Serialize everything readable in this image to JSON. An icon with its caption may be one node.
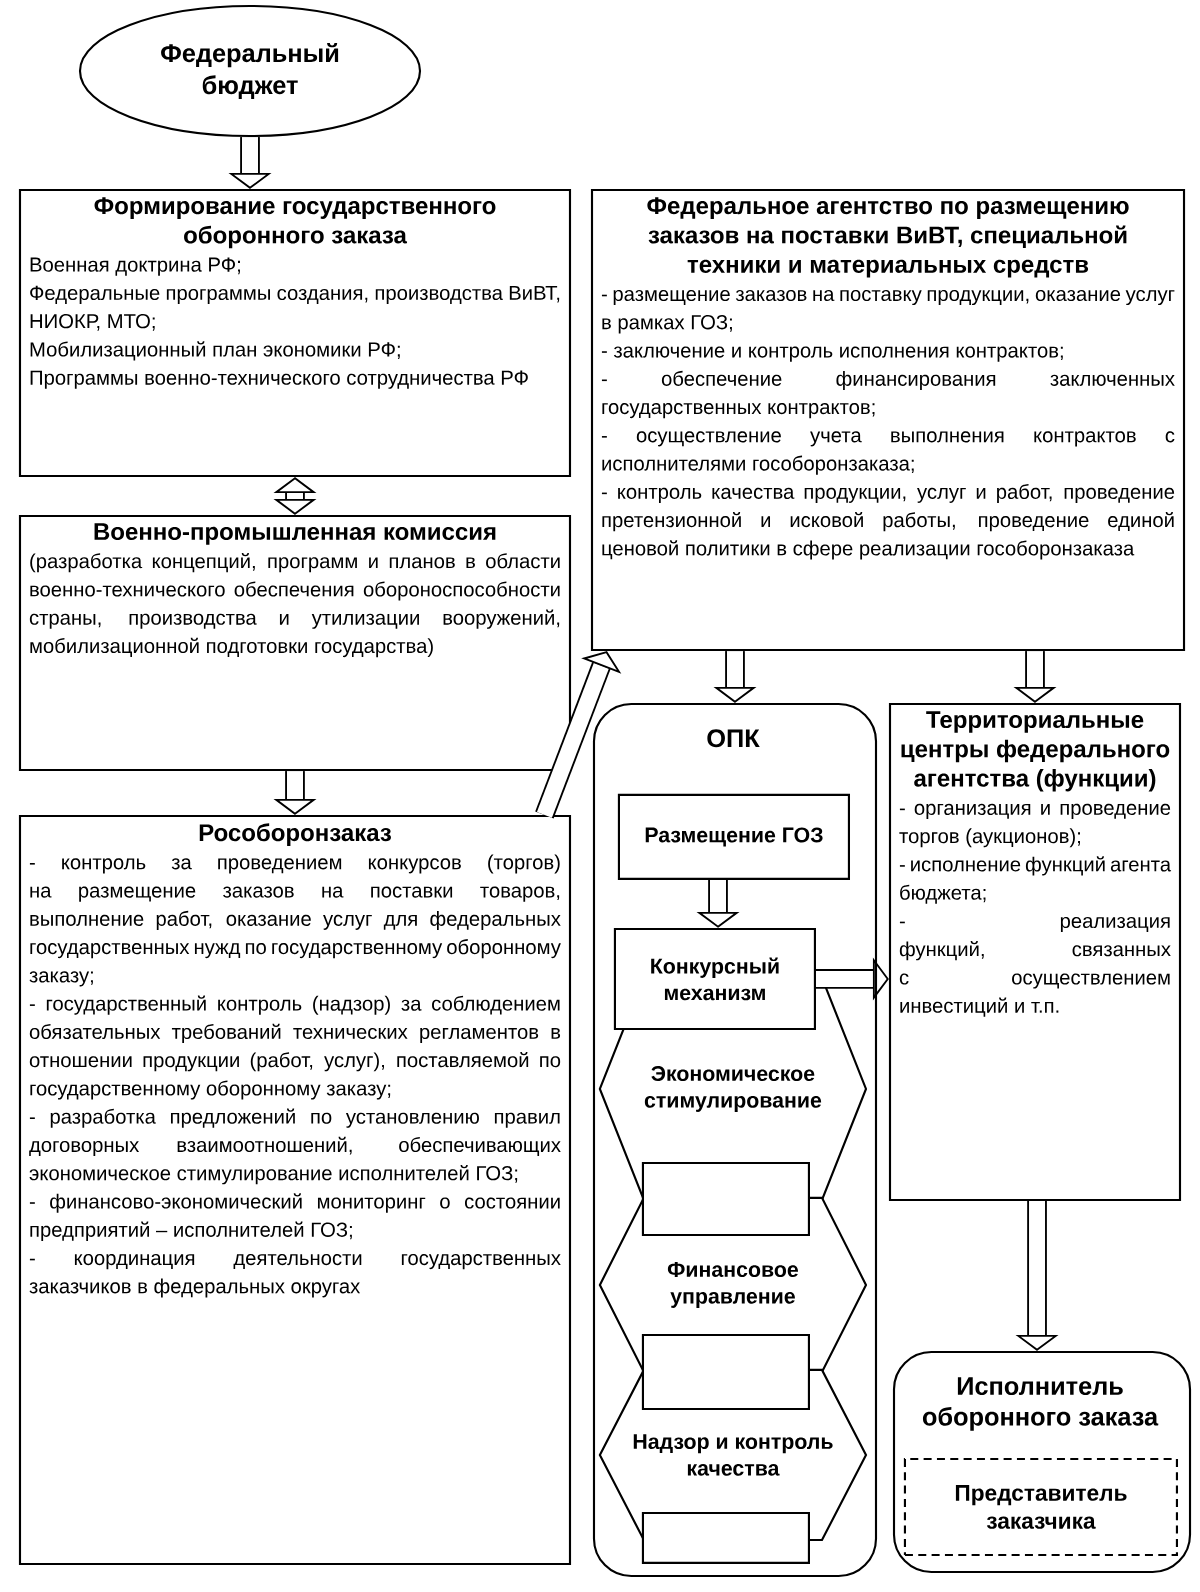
{
  "diagram": {
    "nodes": [
      {
        "text": [
          "Федеральный бюджет"
        ]
      },
      {
        "text": [
          "Формирование государственного оборонного заказа",
          "Военная доктрина РФ;",
          "Федеральные программы создания, производства ВиВТ, НИОКР, МТО;",
          "Мобилизационный план экономики РФ;",
          "Программы военно-технического сотрудничества РФ"
        ]
      },
      {
        "text": [
          "Военно-промышленная комиссия",
          "(разработка концепций, программ и планов в области военно-технического обеспечения обороноспособности страны, производства и утилизации вооружений, мобилизационной подготовки государства)"
        ]
      },
      {
        "text": [
          "Рособоронзаказ",
          "- контроль за проведением конкурсов (торгов) на размещение заказов на поставки товаров, выполнение работ, оказание услуг для федеральных государственных нужд по государственному оборонному заказу;",
          "- государственный контроль (надзор) за соблюдением обязательных требований технических регламентов в отношении продукции (работ, услуг), поставляемой по государственному оборонному заказу;",
          "- разработка предложений по установлению правил договорных взаимоотношений, обеспечивающих экономическое стимулирование исполнителей ГОЗ;",
          "- финансово-экономический мониторинг о состоянии предприятий – исполнителей ГОЗ;",
          "- координация деятельности государственных заказчиков в федеральных округах"
        ]
      },
      {
        "text": [
          "Федеральное агентство по размещению заказов на поставки ВиВТ, специальной техники и материальных средств",
          "- размещение заказов на поставку продукции, оказание услуг в рамках ГОЗ;",
          "- заключение и контроль исполнения контрактов;",
          "- обеспечение финансирования заключенных государственных контрактов;",
          "- осуществление учета выполнения контрактов с исполнителями гособоронзаказа;",
          "- контроль качества продукции, услуг и работ, проведение претензионной и исковой работы, проведение единой ценовой политики в сфере реализации гособоронзаказа"
        ]
      },
      {
        "text": [
          "ОПК"
        ]
      },
      {
        "text": [
          "Размещение ГОЗ"
        ],
        "in": 5
      },
      {
        "text": [
          "Конкурсный механизм"
        ],
        "in": 5
      },
      {
        "text": [
          "Экономическое стимулирование"
        ],
        "in": 5
      },
      {
        "text": [],
        "shape": "box",
        "in": 5
      },
      {
        "text": [
          "Финансовое управление"
        ],
        "in": 5
      },
      {
        "text": [],
        "shape": "box",
        "in": 5
      },
      {
        "text": [
          "Надзор и контроль качества"
        ],
        "in": 5
      },
      {
        "text": [],
        "shape": "box",
        "in": 5
      },
      {
        "text": [
          "Территориальные центры федерального агентства (функции)",
          "- организация и проведение торгов (аукционов);",
          "- исполнение функций агента бюджета;",
          "- реализация функций, связанных с осуществлением инвестиций и т.п."
        ]
      },
      {
        "text": [
          "Исполнитель оборонного заказа"
        ]
      },
      {
        "text": [
          "Представитель заказчика"
        ],
        "in": 15
      }
    ],
    "edges": [
      {
        "from": 0,
        "to": 1,
        "arrow": "to"
      },
      {
        "from": 1,
        "to": 2,
        "arrow": "both"
      },
      {
        "from": 2,
        "to": 3,
        "arrow": "to"
      },
      {
        "from": 3,
        "to": 4,
        "arrow": "to"
      },
      {
        "from": 4,
        "to": 5,
        "arrow": "to"
      },
      {
        "from": 4,
        "to": 14,
        "arrow": "to"
      },
      {
        "from": 6,
        "to": 7,
        "arrow": "to"
      },
      {
        "from": 7,
        "to": 14,
        "arrow": "to"
      },
      {
        "from": 14,
        "to": 15,
        "arrow": "to"
      }
    ]
  }
}
